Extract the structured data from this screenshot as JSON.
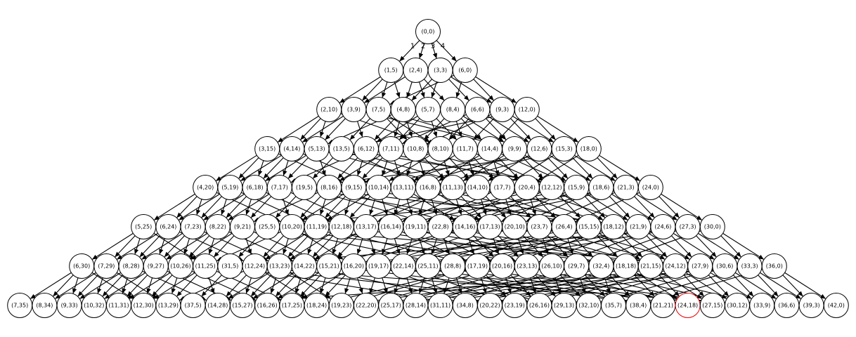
{
  "diagram": {
    "type": "tree",
    "root": "(0,0)",
    "edge_labels": [
      "1",
      "2",
      "3",
      "4"
    ],
    "highlight_color": "#e8000b",
    "highlighted_node": "(24,18)",
    "levels": [
      [
        "(0,0)"
      ],
      [
        "(1,5)",
        "(2,4)",
        "(3,3)",
        "(6,0)"
      ],
      [
        "(2,10)",
        "(3,9)",
        "(7,5)",
        "(4,8)",
        "(5,7)",
        "(8,4)",
        "(6,6)",
        "(9,3)",
        "(12,0)"
      ],
      [
        "(3,15)",
        "(4,14)",
        "(5,13)",
        "(13,5)",
        "(6,12)",
        "(7,11)",
        "(10,8)",
        "(8,10)",
        "(11,7)",
        "(14,4)",
        "(9,9)",
        "(12,6)",
        "(15,3)",
        "(18,0)"
      ],
      [
        "(4,20)",
        "(5,19)",
        "(6,18)",
        "(7,17)",
        "(19,5)",
        "(8,16)",
        "(9,15)",
        "(10,14)",
        "(13,11)",
        "(16,8)",
        "(11,13)",
        "(14,10)",
        "(17,7)",
        "(20,4)",
        "(12,12)",
        "(15,9)",
        "(18,6)",
        "(21,3)",
        "(24,0)"
      ],
      [
        "(5,25)",
        "(6,24)",
        "(7,23)",
        "(8,22)",
        "(9,21)",
        "(25,5)",
        "(10,20)",
        "(11,19)",
        "(12,18)",
        "(13,17)",
        "(16,14)",
        "(19,11)",
        "(22,8)",
        "(14,16)",
        "(17,13)",
        "(20,10)",
        "(23,7)",
        "(26,4)",
        "(15,15)",
        "(18,12)",
        "(21,9)",
        "(24,6)",
        "(27,3)",
        "(30,0)"
      ],
      [
        "(6,30)",
        "(7,29)",
        "(8,28)",
        "(9,27)",
        "(10,26)",
        "(11,25)",
        "(31,5)",
        "(12,24)",
        "(13,23)",
        "(14,22)",
        "(15,21)",
        "(16,20)",
        "(19,17)",
        "(22,14)",
        "(25,11)",
        "(28,8)",
        "(17,19)",
        "(20,16)",
        "(23,13)",
        "(26,10)",
        "(29,7)",
        "(32,4)",
        "(18,18)",
        "(21,15)",
        "(24,12)",
        "(27,9)",
        "(30,6)",
        "(33,3)",
        "(36,0)"
      ],
      [
        "(7,35)",
        "(8,34)",
        "(9,33)",
        "(10,32)",
        "(11,31)",
        "(12,30)",
        "(13,29)",
        "(37,5)",
        "(14,28)",
        "(15,27)",
        "(16,26)",
        "(17,25)",
        "(18,24)",
        "(19,23)",
        "(22,20)",
        "(25,17)",
        "(28,14)",
        "(31,11)",
        "(34,8)",
        "(20,22)",
        "(23,19)",
        "(26,16)",
        "(29,13)",
        "(32,10)",
        "(35,7)",
        "(38,4)",
        "(21,21)",
        "(24,18)",
        "(27,15)",
        "(30,12)",
        "(33,9)",
        "(36,6)",
        "(39,3)",
        "(42,0)"
      ]
    ]
  }
}
